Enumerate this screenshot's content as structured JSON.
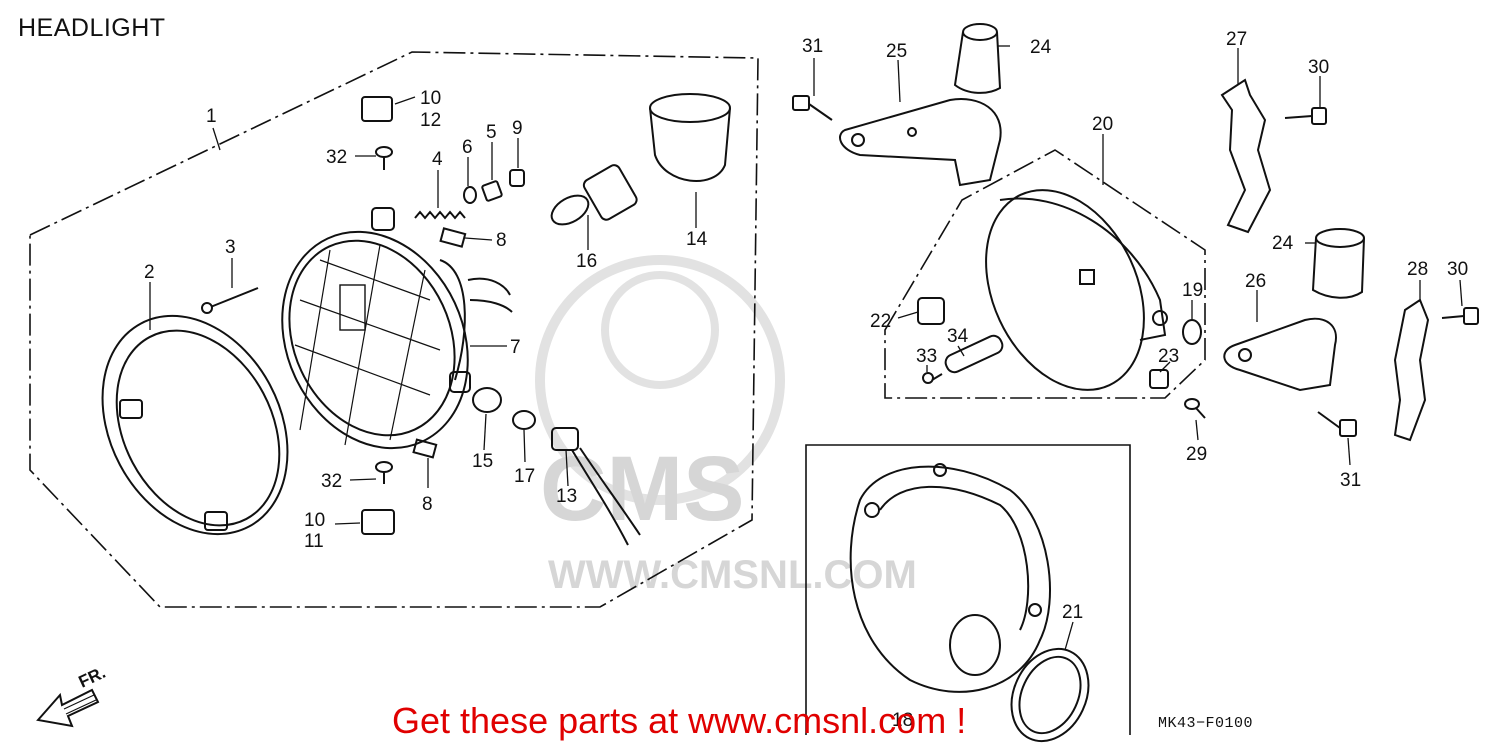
{
  "title": "HEADLIGHT",
  "promo": "Get these parts at www.cmsnl.com !",
  "diagram_code": "MK43−F0100",
  "direction_label": "FR.",
  "watermark": {
    "brand": "CMS",
    "url": "WWW.CMSNL.COM"
  },
  "labels": [
    {
      "id": "l1",
      "text": "1"
    },
    {
      "id": "l2",
      "text": "2"
    },
    {
      "id": "l3",
      "text": "3"
    },
    {
      "id": "l4",
      "text": "4"
    },
    {
      "id": "l5",
      "text": "5"
    },
    {
      "id": "l6",
      "text": "6"
    },
    {
      "id": "l7",
      "text": "7"
    },
    {
      "id": "l8a",
      "text": "8"
    },
    {
      "id": "l8b",
      "text": "8"
    },
    {
      "id": "l9",
      "text": "9"
    },
    {
      "id": "l10a",
      "text": "10"
    },
    {
      "id": "l12",
      "text": "12"
    },
    {
      "id": "l10b",
      "text": "10"
    },
    {
      "id": "l11",
      "text": "11"
    },
    {
      "id": "l13",
      "text": "13"
    },
    {
      "id": "l14",
      "text": "14"
    },
    {
      "id": "l15",
      "text": "15"
    },
    {
      "id": "l16",
      "text": "16"
    },
    {
      "id": "l17",
      "text": "17"
    },
    {
      "id": "l18",
      "text": "18"
    },
    {
      "id": "l19",
      "text": "19"
    },
    {
      "id": "l20",
      "text": "20"
    },
    {
      "id": "l21",
      "text": "21"
    },
    {
      "id": "l22",
      "text": "22"
    },
    {
      "id": "l23",
      "text": "23"
    },
    {
      "id": "l24a",
      "text": "24"
    },
    {
      "id": "l24b",
      "text": "24"
    },
    {
      "id": "l25",
      "text": "25"
    },
    {
      "id": "l26",
      "text": "26"
    },
    {
      "id": "l27",
      "text": "27"
    },
    {
      "id": "l28",
      "text": "28"
    },
    {
      "id": "l29",
      "text": "29"
    },
    {
      "id": "l30a",
      "text": "30"
    },
    {
      "id": "l30b",
      "text": "30"
    },
    {
      "id": "l31a",
      "text": "31"
    },
    {
      "id": "l31b",
      "text": "31"
    },
    {
      "id": "l32a",
      "text": "32"
    },
    {
      "id": "l32b",
      "text": "32"
    },
    {
      "id": "l33",
      "text": "33"
    },
    {
      "id": "l34",
      "text": "34"
    }
  ],
  "colors": {
    "line": "#111111",
    "promo": "#e00000",
    "watermark": "#d6d6d6"
  }
}
